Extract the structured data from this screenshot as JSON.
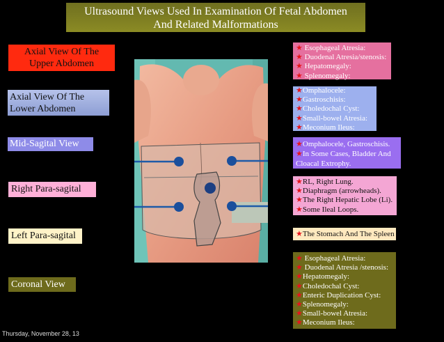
{
  "title": {
    "line1": "Ultrasound Views Used In Examination Of Fetal Abdomen",
    "line2": "And Related Malformations"
  },
  "views": [
    {
      "line1": "Axial View Of The",
      "line2": "Upper Abdomen",
      "color": "#ff2a0f"
    },
    {
      "line1": "Axial View Of The",
      "line2": "Lower Abdomen",
      "color": "#a9b6e0"
    },
    {
      "line1": "Mid-Sagital View",
      "color": "#8e8be8"
    },
    {
      "line1": "Right Para-sagital",
      "color": "#ffb0d8"
    },
    {
      "line1": "Left Para-sagital",
      "color": "#fff3c8"
    },
    {
      "line1": "Coronal View",
      "color": "#6e6b1c"
    }
  ],
  "boxes": [
    {
      "color": "#e5709f",
      "lines": [
        "Esophageal Atresia:",
        "Duodenal Atresia/stenosis:",
        "Hepatomegaly:",
        "Splenomegaly:"
      ]
    },
    {
      "color": "#9db0ee",
      "lines": [
        "Omphalocele:",
        "Gastroschisis:",
        "Choledochal Cyst:",
        "Small-bowel Atresia:",
        "Meconium Ileus:"
      ]
    },
    {
      "color": "#9a6ef0",
      "lines": [
        "Omphalocele, Gastroschisis.",
        "In Some Cases, Bladder And",
        "Cloacal Extrophy."
      ]
    },
    {
      "color": "#f4a6d4",
      "lines": [
        "RL, Right Lung.",
        "Diaphragm (arrowheads).",
        "The Right Hepatic Lobe (Li).",
        "Some Ileal Loops."
      ]
    },
    {
      "color": "#ffe9bf",
      "lines": [
        "The Stomach And The Spleen"
      ]
    },
    {
      "color": "#6e6b1c",
      "lines": [
        "Esophageal Atresia:",
        "Duodenal Atresia /stenosis:",
        "Hepatomegaly:",
        "Choledochal Cyst:",
        "Enteric Duplication Cyst:",
        "Splenomegaly:",
        "Small-bowel Atresia:",
        "Meconium Ileus:"
      ]
    }
  ],
  "star_glyph": "★",
  "footer": {
    "date": "Thursday, November 28, 13"
  }
}
